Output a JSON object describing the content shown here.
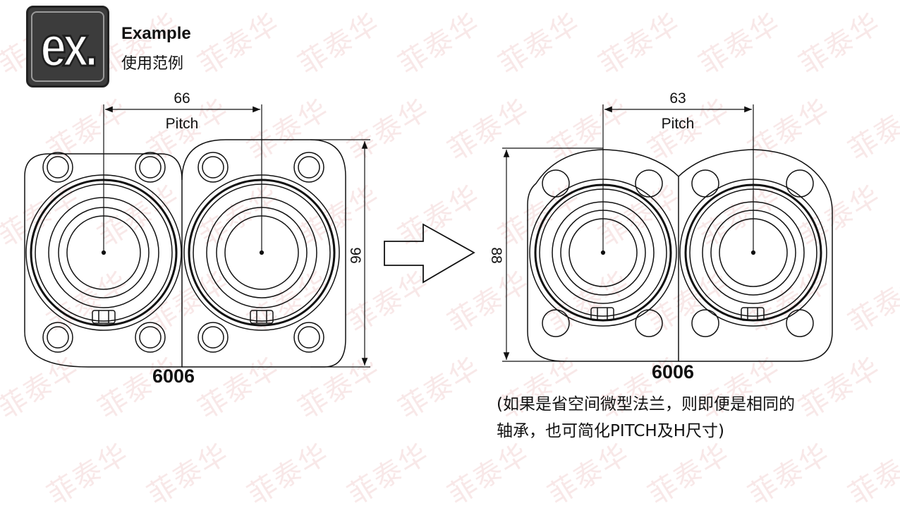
{
  "header": {
    "logo_text": "ex.",
    "title": "Example",
    "subtitle": "使用范例"
  },
  "watermark": {
    "text": "菲泰华"
  },
  "left_assembly": {
    "pitch_value": "66",
    "pitch_label": "Pitch",
    "height_value": "96",
    "model": "6006"
  },
  "right_assembly": {
    "pitch_value": "63",
    "pitch_label": "Pitch",
    "height_value": "88",
    "model": "6006"
  },
  "note": {
    "line1": "(如果是省空间微型法兰，则即便是相同的",
    "line2": "轴承，也可简化PITCH及H尺寸)"
  },
  "colors": {
    "line": "#111111",
    "watermark": "#e39a9a",
    "logo_bg": "#3c3c3c"
  }
}
